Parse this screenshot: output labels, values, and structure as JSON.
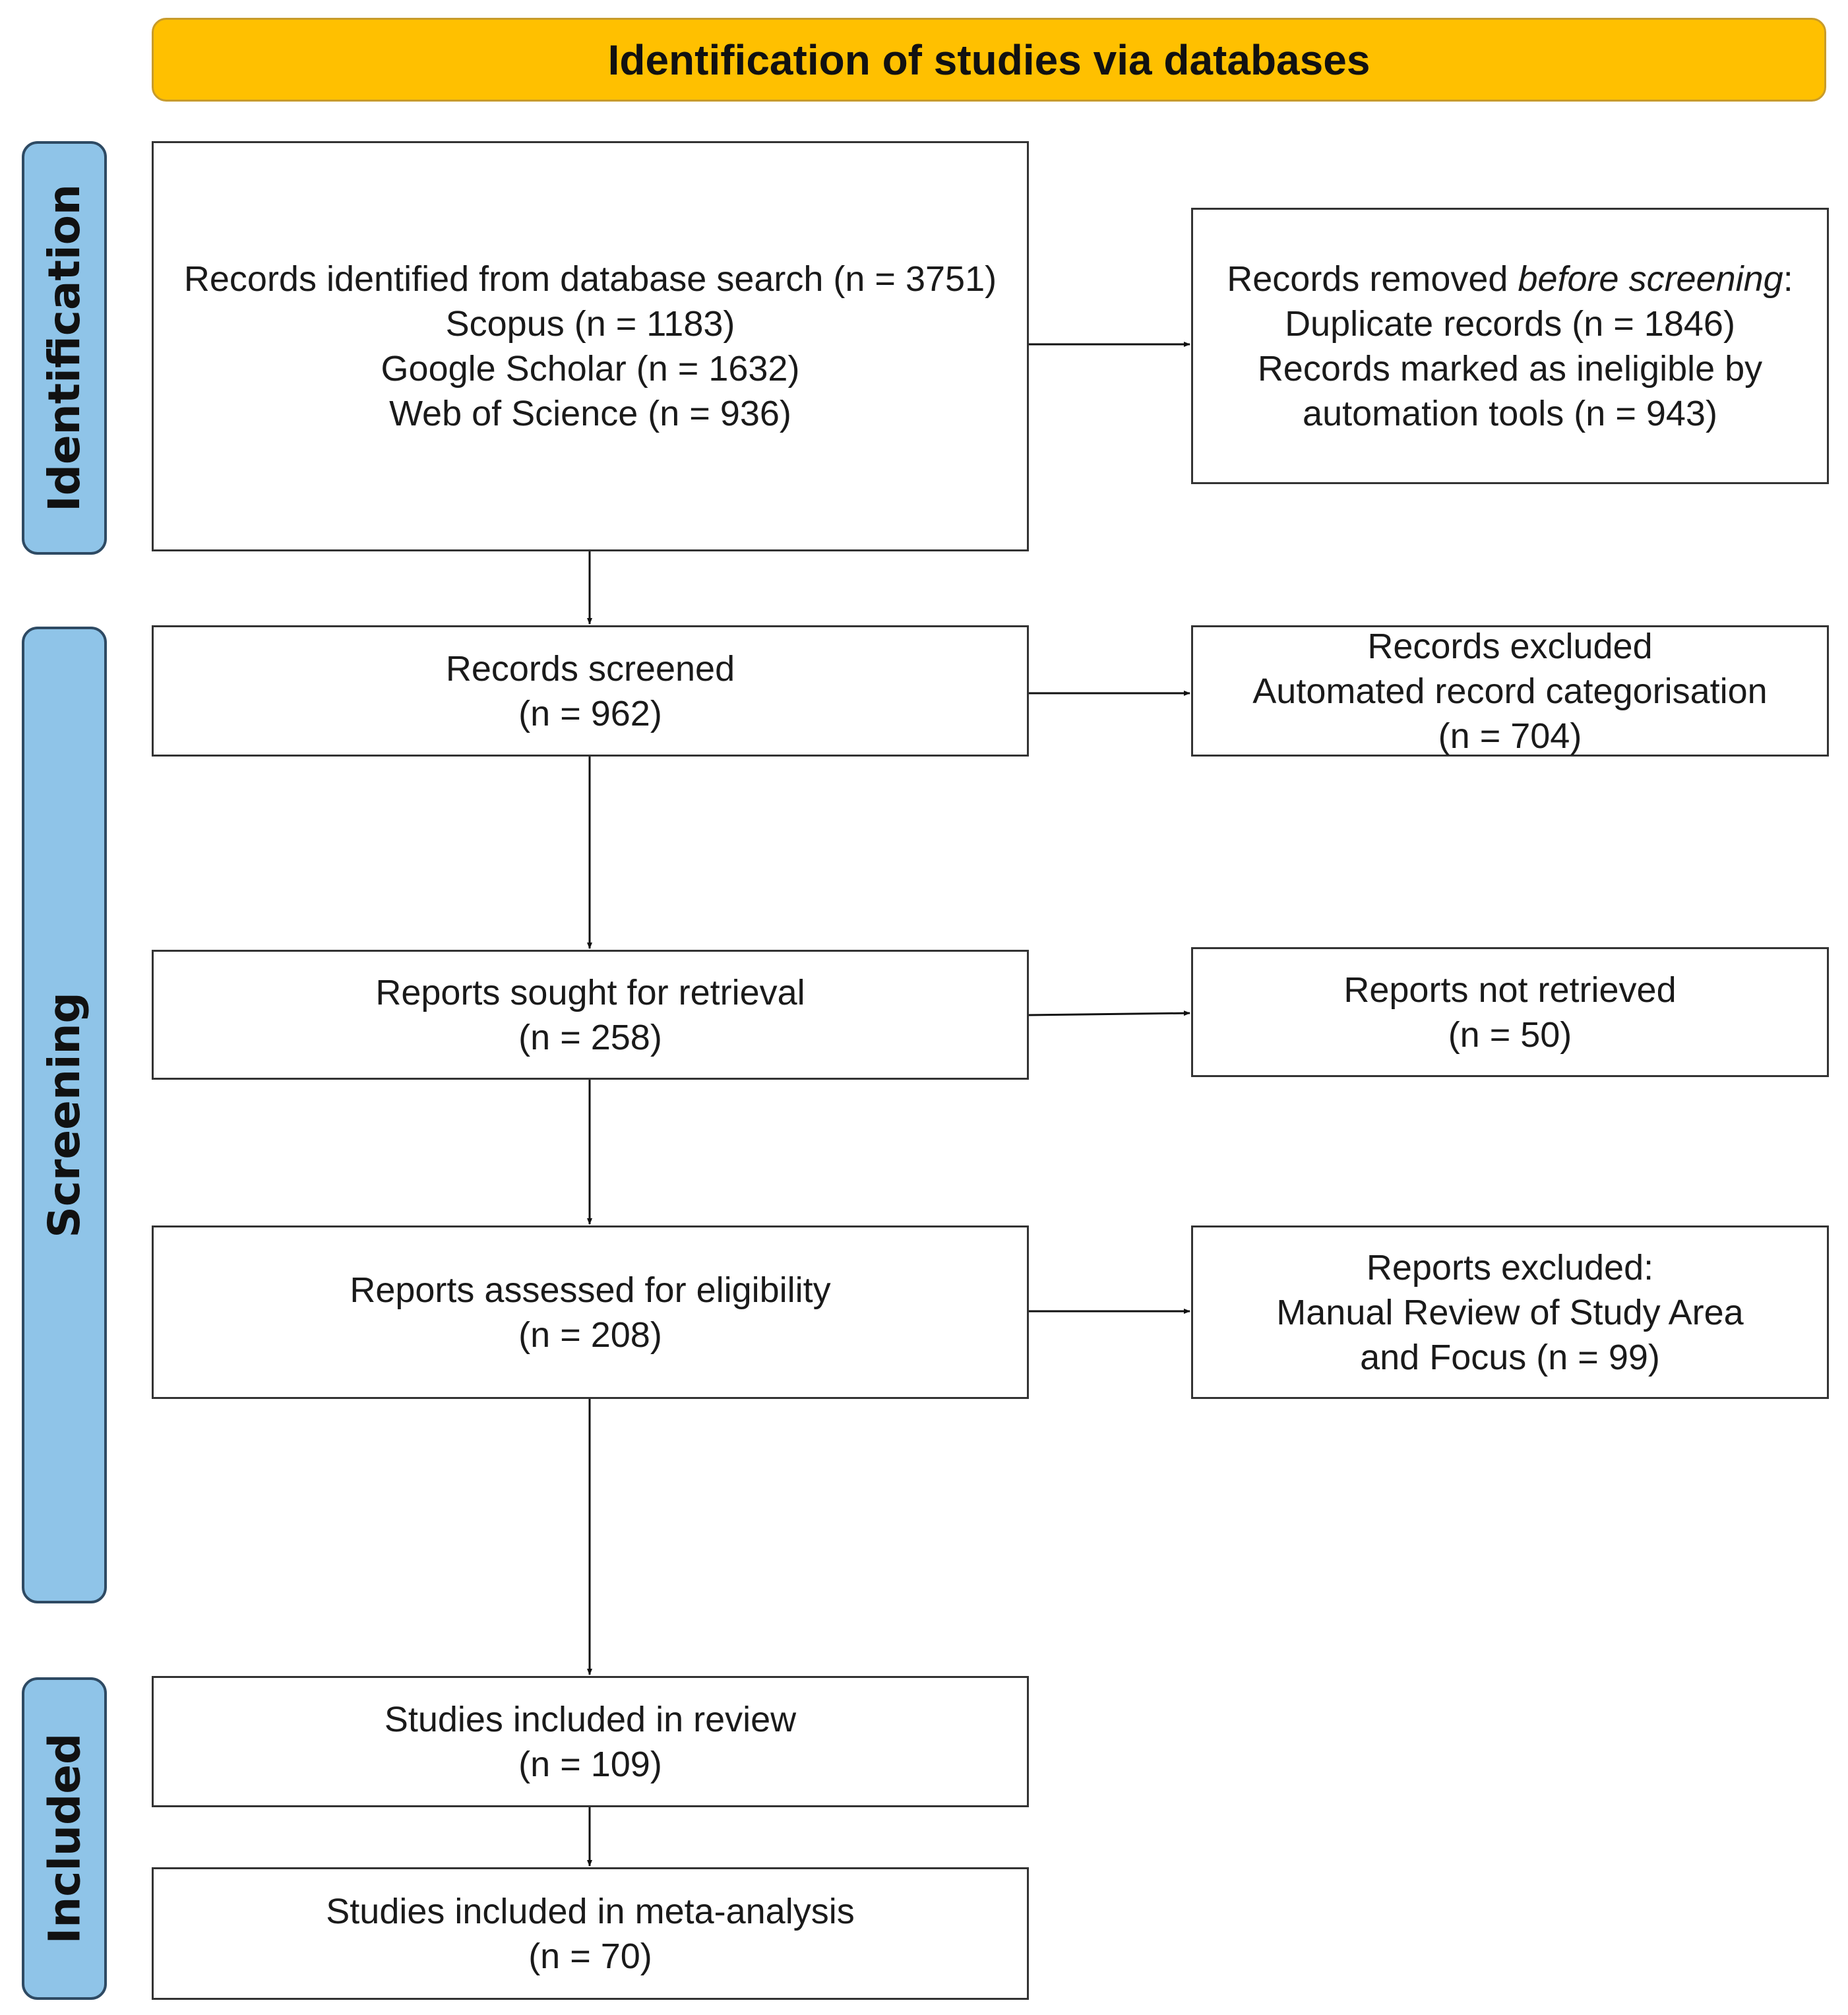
{
  "header": {
    "title": "Identification of studies via databases"
  },
  "phases": {
    "identification": "Identification",
    "screening": "Screening",
    "included": "Included"
  },
  "boxes": {
    "identified": {
      "lines": [
        "Records identified from database search (n = 3751)",
        "Scopus (n = 1183)",
        "Google Scholar (n = 1632)",
        "Web of Science (n = 936)"
      ]
    },
    "removed": {
      "prefix": "Records removed ",
      "italic": "before screening",
      "suffix": ":",
      "lines": [
        "Duplicate records (n = 1846)",
        "Records marked as ineligible by",
        "automation tools (n = 943)"
      ]
    },
    "screened": {
      "lines": [
        "Records screened",
        "(n = 962)"
      ]
    },
    "excluded": {
      "lines": [
        "Records excluded",
        "Automated record categorisation",
        "(n = 704)"
      ]
    },
    "sought": {
      "lines": [
        "Reports sought for retrieval",
        "(n = 258)"
      ]
    },
    "not_retrieved": {
      "lines": [
        "Reports not retrieved",
        "(n = 50)"
      ]
    },
    "assessed": {
      "lines": [
        "Reports assessed for eligibility",
        "(n = 208)"
      ]
    },
    "reports_excluded": {
      "lines": [
        "Reports excluded:",
        "Manual Review of Study Area",
        "and Focus (n = 99)"
      ]
    },
    "included_review": {
      "lines": [
        "Studies included in review",
        "(n = 109)"
      ]
    },
    "meta": {
      "lines": [
        "Studies included in meta-analysis",
        "(n = 70)"
      ]
    }
  },
  "colors": {
    "header": "#FFC000",
    "phase": "#8FC4E8"
  }
}
